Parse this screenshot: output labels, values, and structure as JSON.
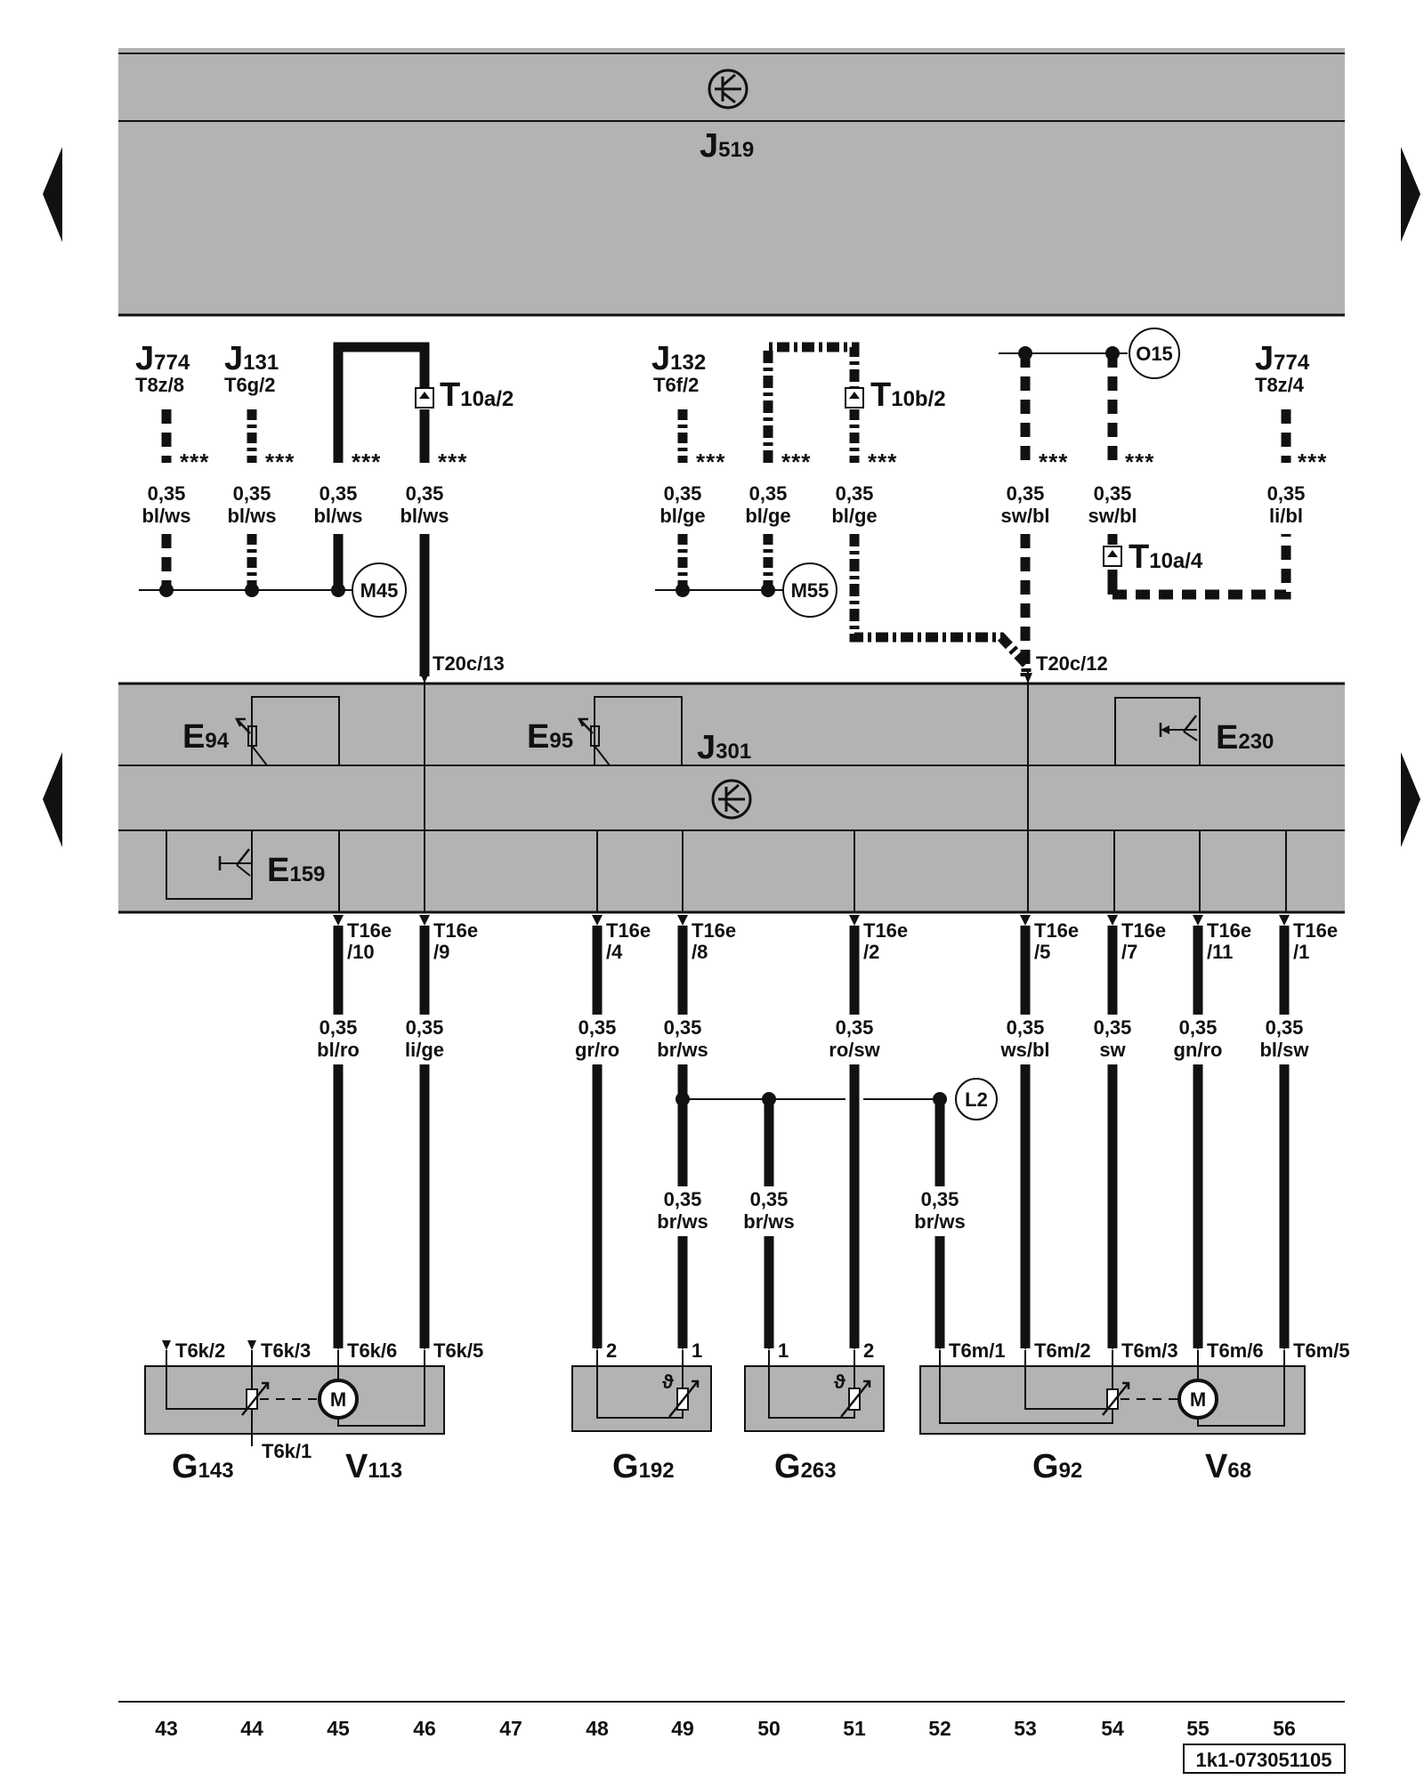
{
  "modules": {
    "top": {
      "main": "J",
      "sub": "519"
    },
    "middle": {
      "main": "J",
      "sub": "301"
    }
  },
  "components_top": [
    {
      "main": "J",
      "sub": "774",
      "pin": "T8z/8"
    },
    {
      "main": "J",
      "sub": "131",
      "pin": "T6g/2"
    },
    {
      "main": "J",
      "sub": "132",
      "pin": "T6f/2"
    },
    {
      "main": "J",
      "sub": "774",
      "pin": "T8z/4"
    }
  ],
  "connectors_top": [
    {
      "main": "T",
      "sub": "10a/2"
    },
    {
      "main": "T",
      "sub": "10b/2"
    },
    {
      "main": "T",
      "sub": "10a/4"
    }
  ],
  "stars": "***",
  "wires_top": [
    {
      "size": "0,35",
      "color": "bl/ws"
    },
    {
      "size": "0,35",
      "color": "bl/ws"
    },
    {
      "size": "0,35",
      "color": "bl/ws"
    },
    {
      "size": "0,35",
      "color": "bl/ws"
    },
    {
      "size": "0,35",
      "color": "bl/ge"
    },
    {
      "size": "0,35",
      "color": "bl/ge"
    },
    {
      "size": "0,35",
      "color": "bl/ge"
    },
    {
      "size": "0,35",
      "color": "sw/bl"
    },
    {
      "size": "0,35",
      "color": "sw/bl"
    },
    {
      "size": "0,35",
      "color": "li/bl"
    }
  ],
  "junctions": [
    "M45",
    "M55",
    "O15",
    "L2"
  ],
  "pins_mid": [
    "T20c/13",
    "T20c/12"
  ],
  "switches": [
    {
      "main": "E",
      "sub": "94"
    },
    {
      "main": "E",
      "sub": "95"
    },
    {
      "main": "E",
      "sub": "230"
    },
    {
      "main": "E",
      "sub": "159"
    }
  ],
  "pins_t16": [
    {
      "a": "T16e",
      "b": "/10"
    },
    {
      "a": "T16e",
      "b": "/9"
    },
    {
      "a": "T16e",
      "b": "/4"
    },
    {
      "a": "T16e",
      "b": "/8"
    },
    {
      "a": "T16e",
      "b": "/2"
    },
    {
      "a": "T16e",
      "b": "/5"
    },
    {
      "a": "T16e",
      "b": "/7"
    },
    {
      "a": "T16e",
      "b": "/11"
    },
    {
      "a": "T16e",
      "b": "/1"
    }
  ],
  "wires_bottom": [
    {
      "size": "0,35",
      "color": "bl/ro"
    },
    {
      "size": "0,35",
      "color": "li/ge"
    },
    {
      "size": "0,35",
      "color": "gr/ro"
    },
    {
      "size": "0,35",
      "color": "br/ws"
    },
    {
      "size": "0,35",
      "color": "ro/sw"
    },
    {
      "size": "0,35",
      "color": "ws/bl"
    },
    {
      "size": "0,35",
      "color": "sw"
    },
    {
      "size": "0,35",
      "color": "gn/ro"
    },
    {
      "size": "0,35",
      "color": "bl/sw"
    }
  ],
  "wires_l2": [
    {
      "size": "0,35",
      "color": "br/ws"
    },
    {
      "size": "0,35",
      "color": "br/ws"
    },
    {
      "size": "0,35",
      "color": "br/ws"
    }
  ],
  "pins_bottom": [
    "T6k/2",
    "T6k/3",
    "T6k/6",
    "T6k/5",
    "2",
    "1",
    "1",
    "2",
    "T6m/1",
    "T6m/2",
    "T6m/3",
    "T6m/6",
    "T6m/5",
    "T6k/1"
  ],
  "motor_letter": "M",
  "devices": [
    {
      "main": "G",
      "sub": "143"
    },
    {
      "main": "V",
      "sub": "113"
    },
    {
      "main": "G",
      "sub": "192"
    },
    {
      "main": "G",
      "sub": "263"
    },
    {
      "main": "G",
      "sub": "92"
    },
    {
      "main": "V",
      "sub": "68"
    }
  ],
  "columns": [
    "43",
    "44",
    "45",
    "46",
    "47",
    "48",
    "49",
    "50",
    "51",
    "52",
    "53",
    "54",
    "55",
    "56"
  ],
  "ref_code": "1k1-073051105",
  "colors": {
    "module_fill": "#b3b3b3",
    "line": "#111111",
    "background": "#ffffff"
  }
}
